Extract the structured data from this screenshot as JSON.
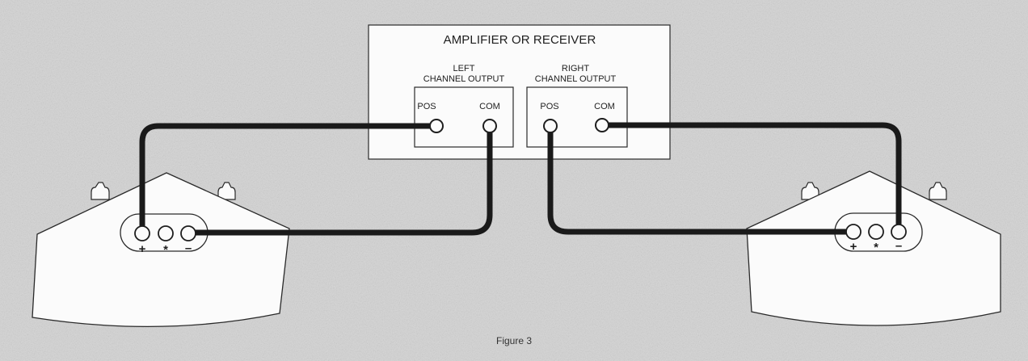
{
  "amplifier": {
    "title": "AMPLIFIER OR RECEIVER",
    "left_channel": {
      "label_line1": "LEFT",
      "label_line2": "CHANNEL OUTPUT",
      "pos": "POS",
      "com": "COM"
    },
    "right_channel": {
      "label_line1": "RIGHT",
      "label_line2": "CHANNEL OUTPUT",
      "pos": "POS",
      "com": "COM"
    }
  },
  "speakers": {
    "left": {
      "plus": "+",
      "mid": "*",
      "minus": "–"
    },
    "right": {
      "plus": "+",
      "mid": "*",
      "minus": "–"
    }
  },
  "caption": "Figure 3"
}
